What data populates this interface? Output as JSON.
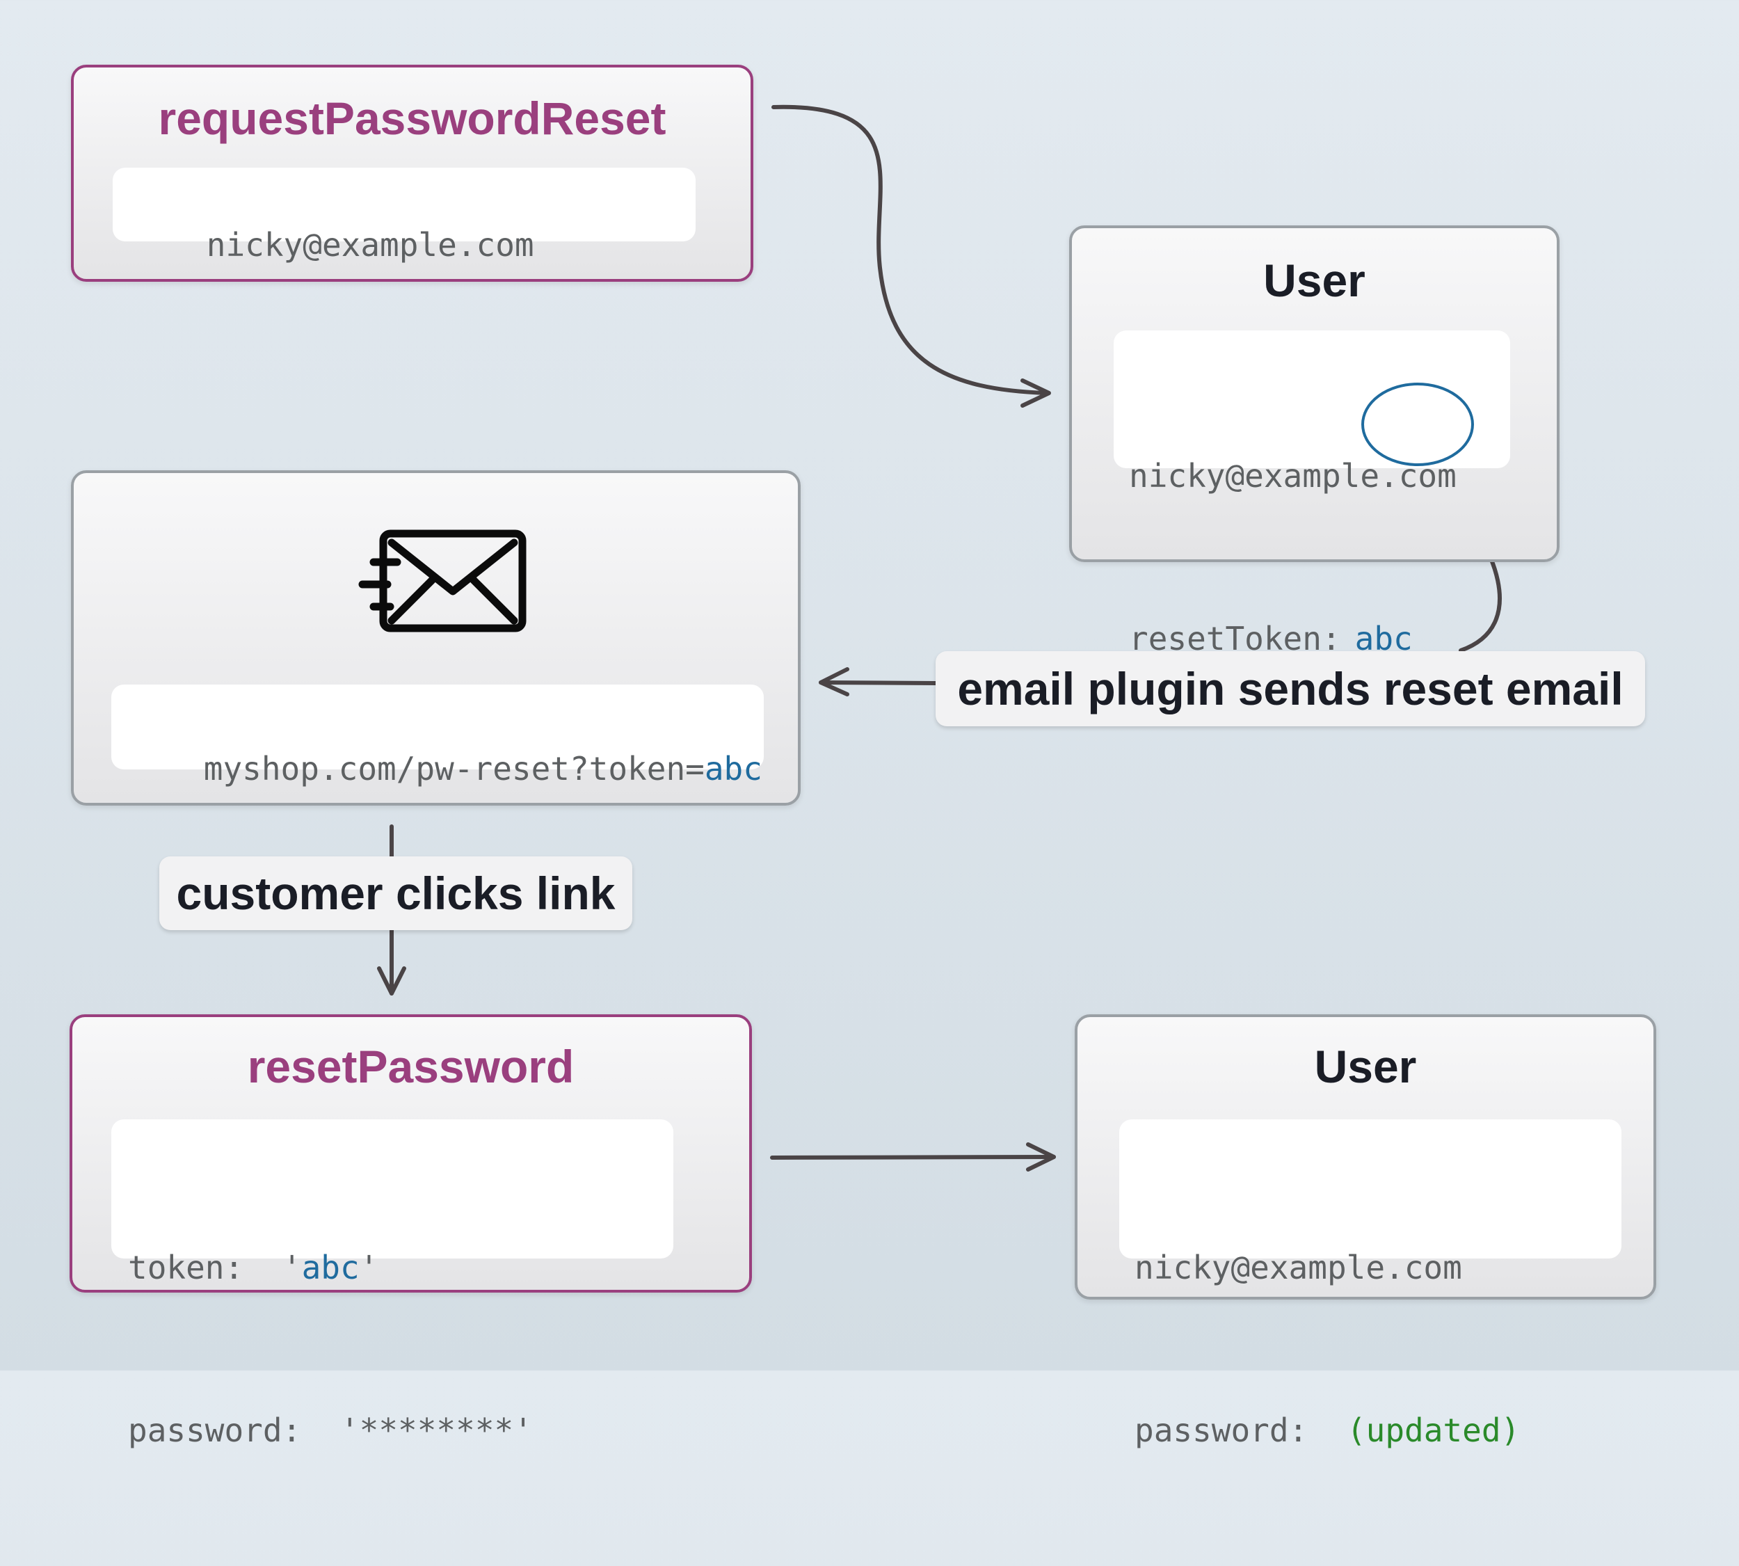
{
  "request_reset": {
    "title": "requestPasswordReset",
    "email": "nicky@example.com"
  },
  "user_top": {
    "title": "User",
    "email": "nicky@example.com",
    "token_key": "resetToken:",
    "token_value": "abc"
  },
  "email_box": {
    "icon": "envelope-send-icon",
    "link_prefix": "myshop.com/pw-reset?token=",
    "link_token": "abc"
  },
  "labels": {
    "email_plugin": "email plugin sends reset email",
    "customer_clicks": "customer clicks link"
  },
  "reset_password": {
    "title": "resetPassword",
    "token_key": "token: ",
    "token_open_quote": "'",
    "token_value": "abc",
    "token_close_quote": "'",
    "password_key": "password: ",
    "password_value": "'********'"
  },
  "user_bottom": {
    "title": "User",
    "email": "nicky@example.com",
    "password_key": "password: ",
    "password_value": "(updated)"
  },
  "colors": {
    "mutation_border": "#9a3f7e",
    "entity_border": "#9aa0a5",
    "token_blue": "#1f6b9e",
    "updated_green": "#2a8a2a",
    "arrow": "#4a4446"
  }
}
